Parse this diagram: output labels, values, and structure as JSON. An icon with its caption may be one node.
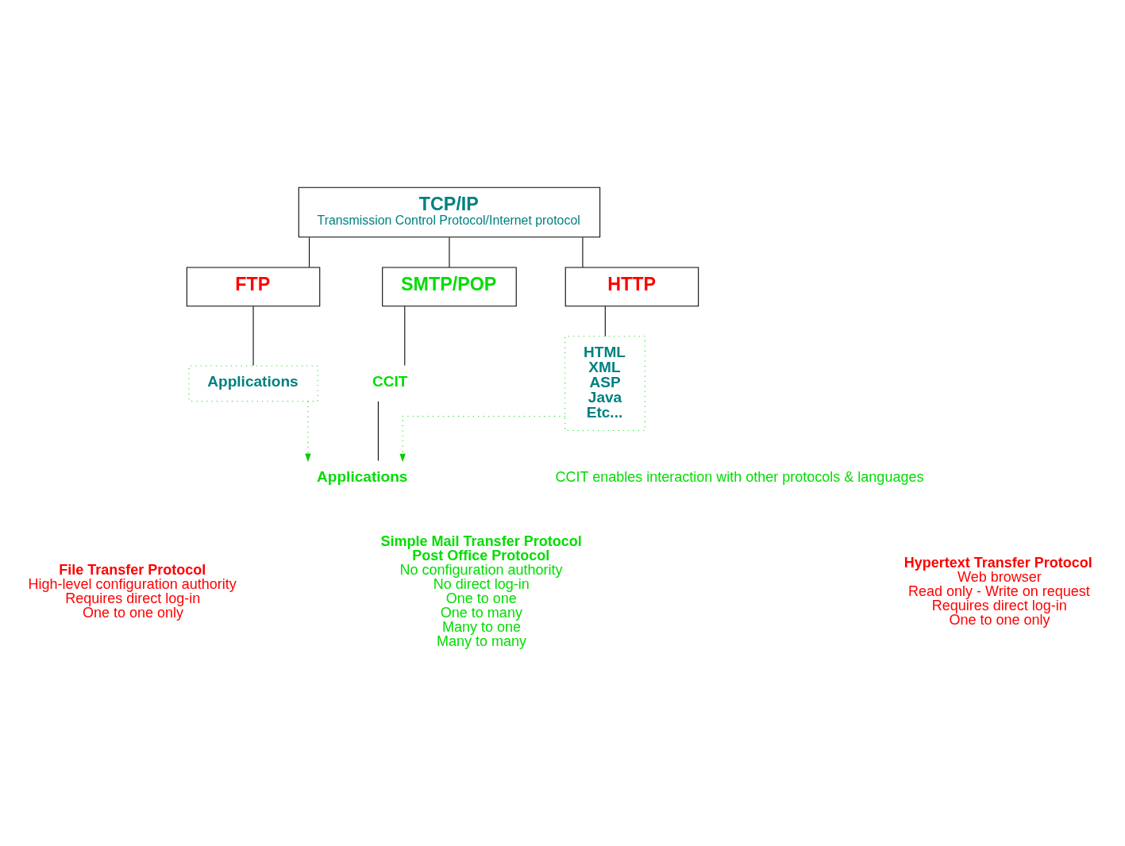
{
  "diagram": {
    "nodes": [
      {
        "text": [
          "TCP/IP",
          "Transmission Control Protocol/Internet protocol"
        ]
      },
      {
        "text": [
          "SMTP/POP"
        ]
      },
      {
        "text": [
          "FTP"
        ]
      },
      {
        "text": [
          "HTTP"
        ]
      },
      {
        "text": [
          "CCIT"
        ]
      },
      {
        "text": [
          "Applications"
        ]
      },
      {
        "text": [
          "Applications"
        ]
      },
      {
        "text": [
          "HTML",
          "XML",
          "ASP",
          "Java",
          "Etc..."
        ]
      }
    ],
    "edges": [
      {
        "from": 0,
        "to": 1,
        "arrow": "none"
      },
      {
        "from": 0,
        "to": 2,
        "arrow": "none"
      },
      {
        "from": 0,
        "to": 3,
        "arrow": "none"
      },
      {
        "from": 1,
        "to": 4,
        "arrow": "none"
      },
      {
        "from": 4,
        "to": 5,
        "arrow": "none"
      },
      {
        "from": 2,
        "to": 6,
        "arrow": "none"
      },
      {
        "from": 3,
        "to": 7,
        "arrow": "none"
      },
      {
        "from": 6,
        "to": 5,
        "arrow": "to",
        "style": "dashed",
        "color": "#00cc00"
      },
      {
        "from": 7,
        "to": 5,
        "arrow": "to",
        "style": "dashed",
        "color": "#00cc00"
      }
    ],
    "labels": [
      "CCIT enables interaction with other protocols & languages",
      "Simple Mail Transfer Protocol",
      "Post Office Protocol",
      "No configuration authority",
      "No direct log-in",
      "One to one",
      "One to many",
      "Many to one",
      "Many to many",
      "File Transfer Protocol",
      "High-level configuration authority",
      "Requires direct log-in",
      "One to one only",
      "Hypertext Transfer Protocol",
      "Web browser",
      "Read only - Write on request",
      "Requires direct log-in",
      "One to one only"
    ]
  }
}
